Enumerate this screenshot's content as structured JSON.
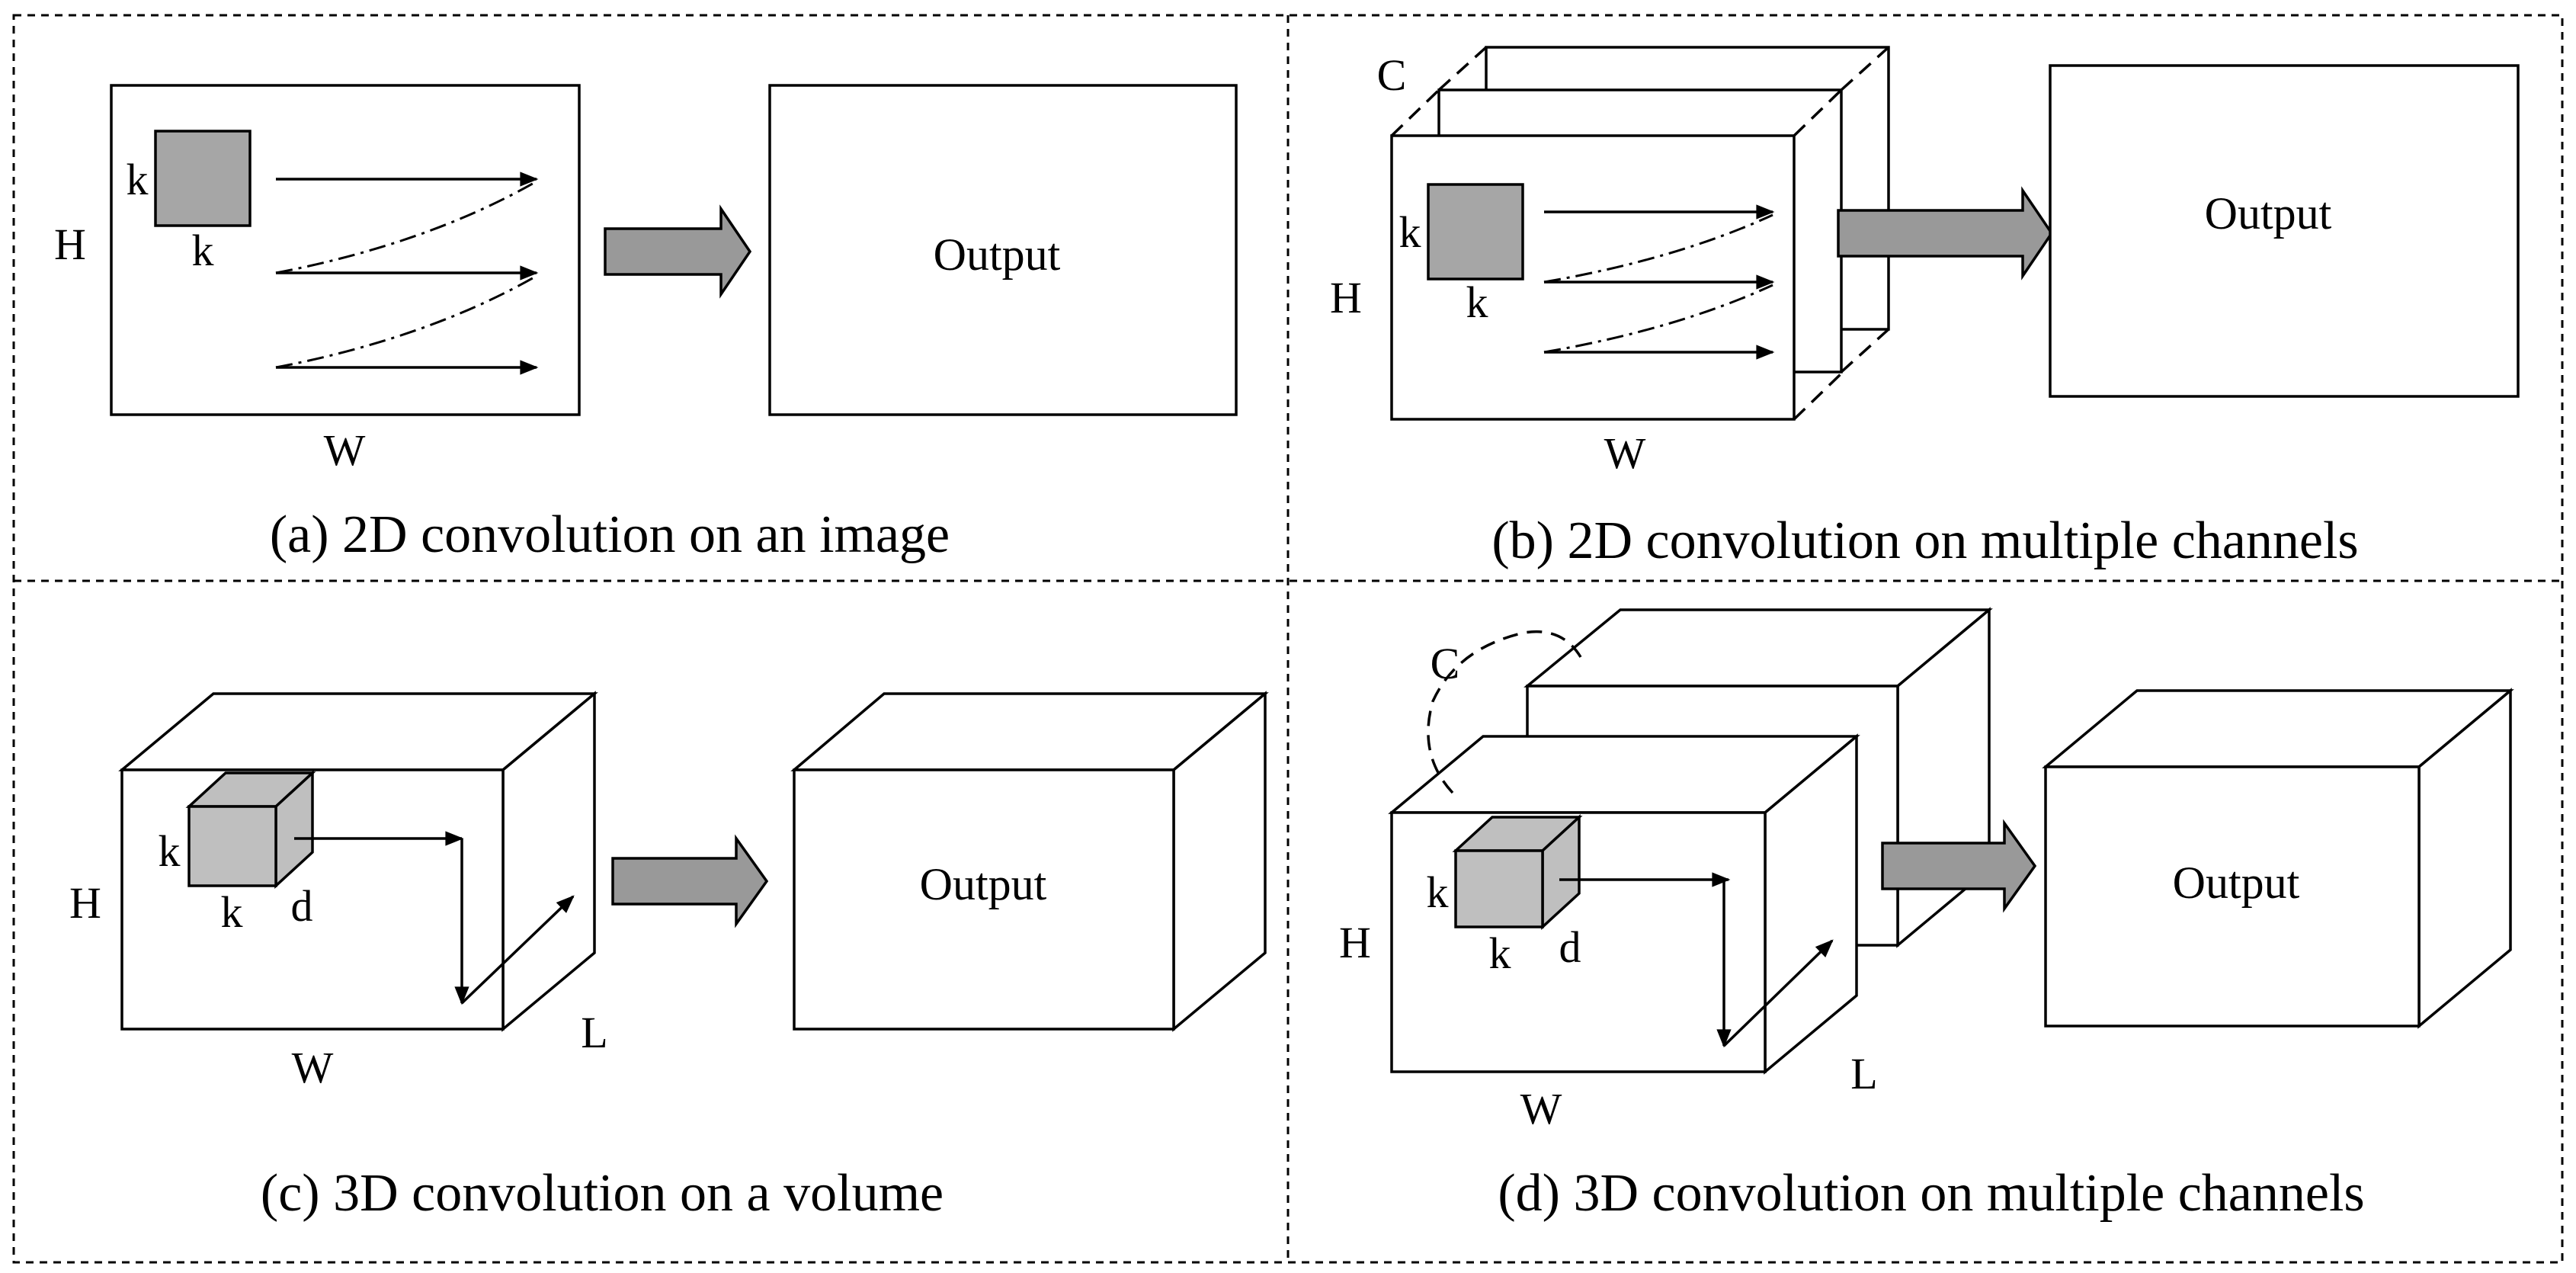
{
  "colors": {
    "kernel": "#a6a6a6",
    "kernel_cube": "#bfbfbf",
    "transition_arrow": "#999999"
  },
  "panel_a": {
    "label_k_vertical": "k",
    "label_k_horizontal": "k",
    "label_h": "H",
    "label_w": "W",
    "output": "Output",
    "caption": "(a) 2D convolution on an image"
  },
  "panel_b": {
    "label_c": "C",
    "label_k_vertical": "k",
    "label_k_horizontal": "k",
    "label_h": "H",
    "label_w": "W",
    "output": "Output",
    "caption": "(b) 2D convolution on multiple channels"
  },
  "panel_c": {
    "label_k_vertical": "k",
    "label_k_horizontal": "k",
    "label_d": "d",
    "label_h": "H",
    "label_w": "W",
    "label_l": "L",
    "output": "Output",
    "caption": "(c) 3D convolution on a volume"
  },
  "panel_d": {
    "label_c": "C",
    "label_k_vertical": "k",
    "label_k_horizontal": "k",
    "label_d": "d",
    "label_h": "H",
    "label_w": "W",
    "label_l": "L",
    "output": "Output",
    "caption": "(d) 3D convolution on multiple channels"
  }
}
